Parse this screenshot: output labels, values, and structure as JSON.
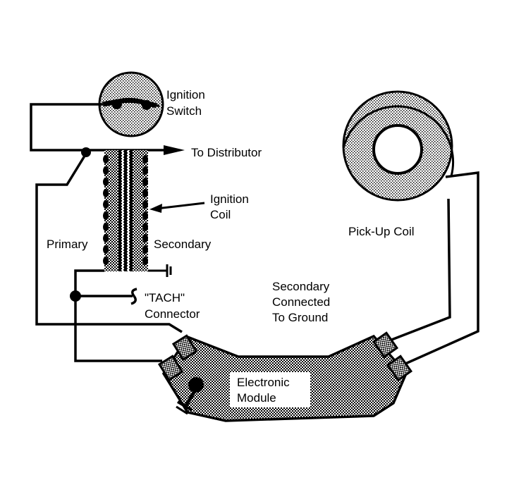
{
  "diagram": {
    "title": "Electronic Ignition System Schematic",
    "colors": {
      "ink": "#000000",
      "paper": "#ffffff",
      "stipple": "#9a9a9a"
    },
    "labels": {
      "ignition_switch": [
        "Ignition",
        "Switch"
      ],
      "to_distributor": "To Distributor",
      "ignition_coil": [
        "Ignition",
        "Coil"
      ],
      "primary": "Primary",
      "secondary": "Secondary",
      "tach_connector": [
        "\"TACH\"",
        "Connector"
      ],
      "secondary_ground": [
        "Secondary",
        "Connected",
        "To Ground"
      ],
      "pickup_coil": "Pick-Up Coil",
      "electronic_module": [
        "Electronic",
        "Module"
      ]
    },
    "components": [
      {
        "id": "ignition-switch",
        "icon": "switch-icon"
      },
      {
        "id": "ignition-coil",
        "icon": "coil-icon"
      },
      {
        "id": "pickup-coil",
        "icon": "ring-coil-icon"
      },
      {
        "id": "electronic-module",
        "icon": "module-icon"
      },
      {
        "id": "coil-ground",
        "icon": "ground-icon"
      },
      {
        "id": "module-ground",
        "icon": "ground-icon"
      },
      {
        "id": "tach-connector",
        "icon": "connector-icon"
      }
    ]
  }
}
